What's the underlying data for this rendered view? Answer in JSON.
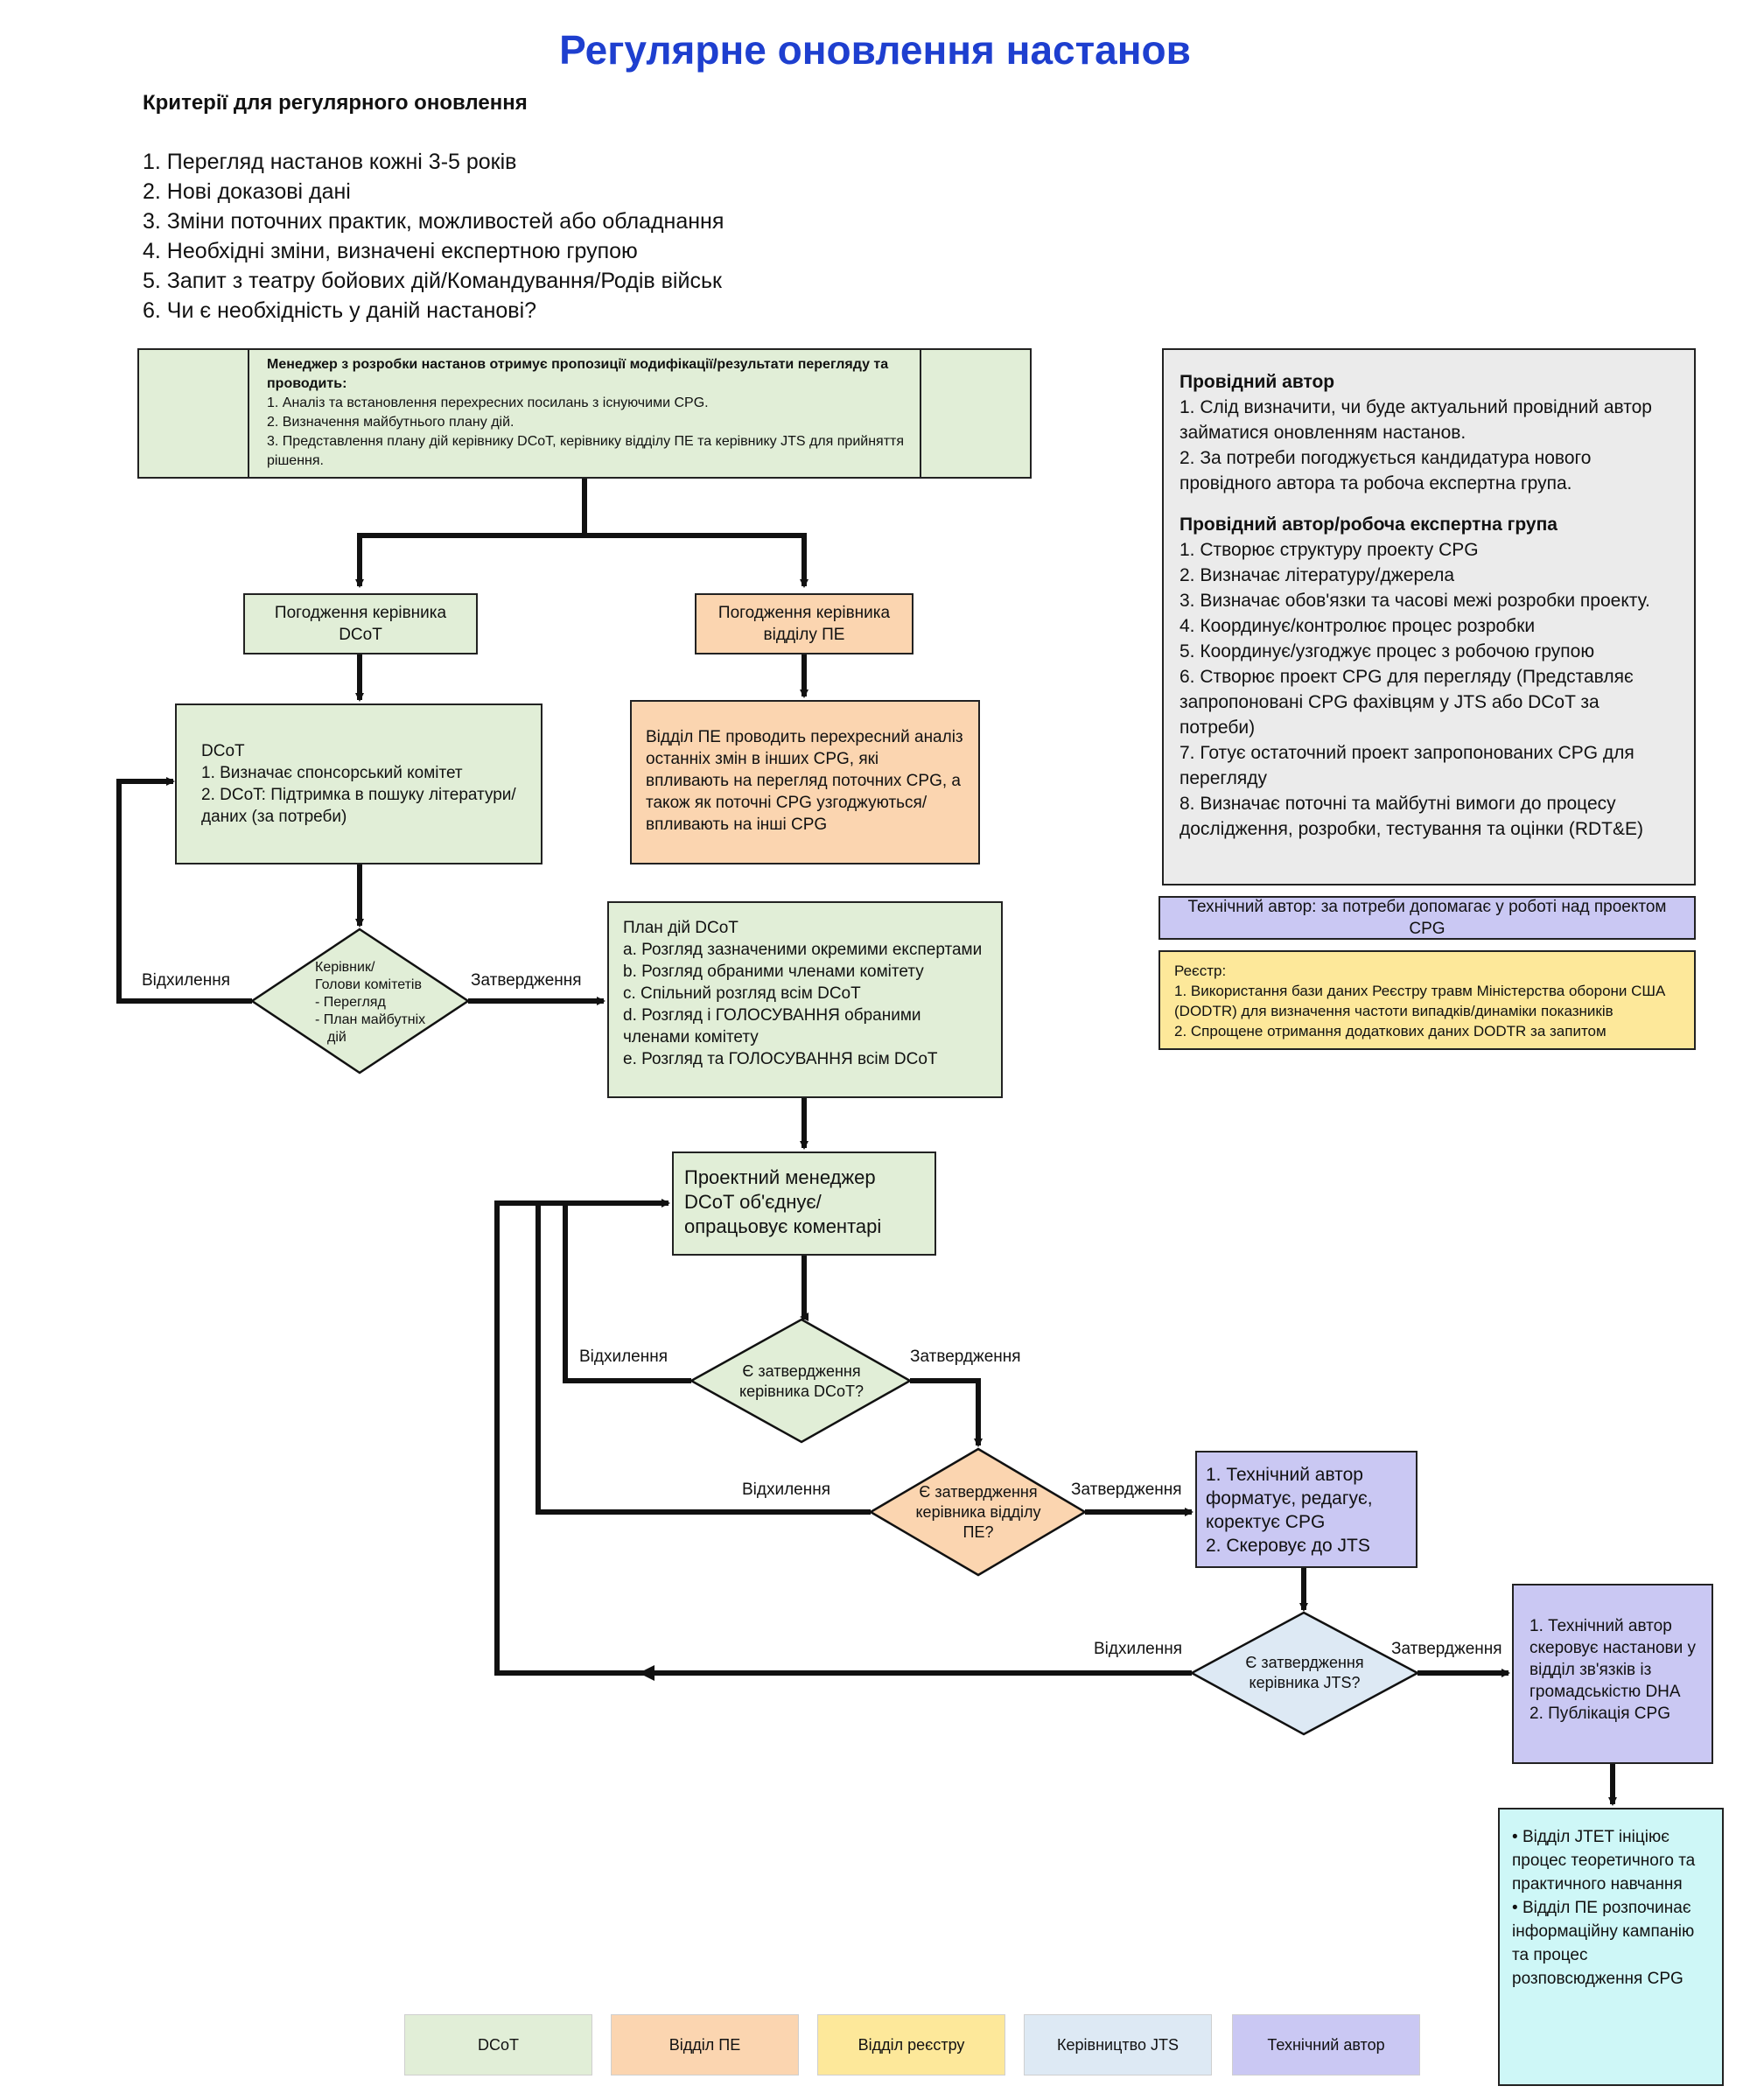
{
  "title": "Регулярне оновлення настанов",
  "criteria": {
    "heading": "Критерії для регулярного оновлення",
    "items": [
      "1. Перегляд настанов кожні 3-5 років",
      "2. Нові доказові дані",
      "3. Зміни поточних практик, можливостей або обладнання",
      "4. Необхідні зміни, визначені експертною групою",
      "5. Запит з театру бойових дій/Командування/Родів військ",
      "6. Чи є необхідність у даній настанові?"
    ]
  },
  "top_box": {
    "heading": "Менеджер з розробки настанов отримує пропозиції модифікації/результати перегляду та проводить:",
    "items": [
      "1. Аналіз та встановлення перехресних посилань з існуючими CPG.",
      "2. Визначення майбутнього плану дій.",
      "3. Представлення плану дій керівнику DCoT, керівнику відділу ПЕ та керівнику JTS для прийняття рішення."
    ]
  },
  "approval_dcot": "Погодження керівника DCoT",
  "approval_pe": "Погодження керівника відділу ПЕ",
  "dcot_box": {
    "heading": "DCoT",
    "items": [
      "1. Визначає спонсорський комітет",
      "2. DCoT: Підтримка в пошуку літератури/даних (за потреби)"
    ]
  },
  "pe_box": "Відділ ПЕ проводить перехресний аналіз останніх змін в інших CPG, які впливають на перегляд поточних CPG, а також як поточні CPG узгоджуються/впливають на інші CPG",
  "diamond_chair": {
    "lines": [
      "Керівник/",
      "Голови комітетів",
      "- Перегляд",
      "- План майбутніх",
      "дій"
    ]
  },
  "label_reject_1": "Відхилення",
  "label_approve_1": "Затвердження",
  "plan_box": {
    "heading": "План дій DCoT",
    "items": [
      "a. Розгляд зазначеними окремими експертами",
      "b. Розгляд обраними членами комітету",
      "c. Спільний розгляд всім DCoT",
      "d. Розгляд і ГОЛОСУВАННЯ обраними членами комітету",
      "e. Розгляд та ГОЛОСУВАННЯ всім DCoT"
    ]
  },
  "pm_box": "Проектний менеджер DCoT об'єднує/опрацьовує коментарі",
  "diamond_dcot": "Є затвердження керівника DCoT?",
  "label_reject_2": "Відхилення",
  "label_approve_2": "Затвердження",
  "diamond_pe": "Є затвердження керівника відділу ПЕ?",
  "label_reject_3": "Відхилення",
  "label_approve_3": "Затвердження",
  "tech_box": {
    "items": [
      "1. Технічний автор форматує, редагує, коректує CPG",
      "2. Скеровує до JTS"
    ]
  },
  "diamond_jts": "Є затвердження керівника JTS?",
  "label_reject_4": "Відхилення",
  "label_approve_4": "Затвердження",
  "publish_box": {
    "items": [
      "1. Технічний автор скеровує настанови у відділ зв'язків із громадськістю DHA",
      "2. Публікація CPG"
    ]
  },
  "final_box": {
    "items": [
      "Відділ JTET ініціює процес теоретичного та практичного навчання",
      "Відділ ПЕ розпочинає інформаційну кампанію та процес розповсюдження CPG"
    ]
  },
  "lead_author": {
    "heading1": "Провідний автор",
    "items1": [
      "1. Слід визначити, чи буде актуальний провідний автор займатися оновленням настанов.",
      "2. За потреби погоджується кандидатура нового провідного автора та робоча експертна група."
    ],
    "heading2": "Провідний автор/робоча експертна група",
    "items2": [
      "1. Створює структуру проекту CPG",
      "2. Визначає літературу/джерела",
      "3. Визначає обов'язки та часові межі розробки проекту.",
      "4. Координує/контролює процес розробки",
      "5. Координує/узгоджує процес з робочою групою",
      "6. Створює проект CPG для перегляду (Представляє запропоновані CPG фахівцям у JTS або DCoT за потреби)",
      "7. Готує остаточний проект запропонованих CPG для перегляду",
      "8. Визначає поточні та майбутні вимоги до процесу дослідження, розробки, тестування та оцінки (RDT&E)"
    ]
  },
  "tech_author_note": "Технічний автор: за потреби допомагає у роботі над проектом CPG",
  "registry": {
    "heading": "Реєстр:",
    "items": [
      "1. Використання бази даних Реєстру травм Міністерства оборони США (DODTR) для визначення частоти випадків/динаміки показників",
      "2. Спрощене отримання додаткових даних DODTR за запитом"
    ]
  },
  "legend": [
    "DCoT",
    "Відділ ПЕ",
    "Відділ реєстру",
    "Керівництво JTS",
    "Технічний автор"
  ],
  "colors": {
    "dcot": "#e1eed7",
    "pe": "#fbd5b0",
    "registry": "#fde89a",
    "jts": "#dde9f4",
    "tech": "#cac8f3",
    "final": "#cef7f7",
    "lead": "#ebebeb",
    "title": "#1e3fcf"
  }
}
